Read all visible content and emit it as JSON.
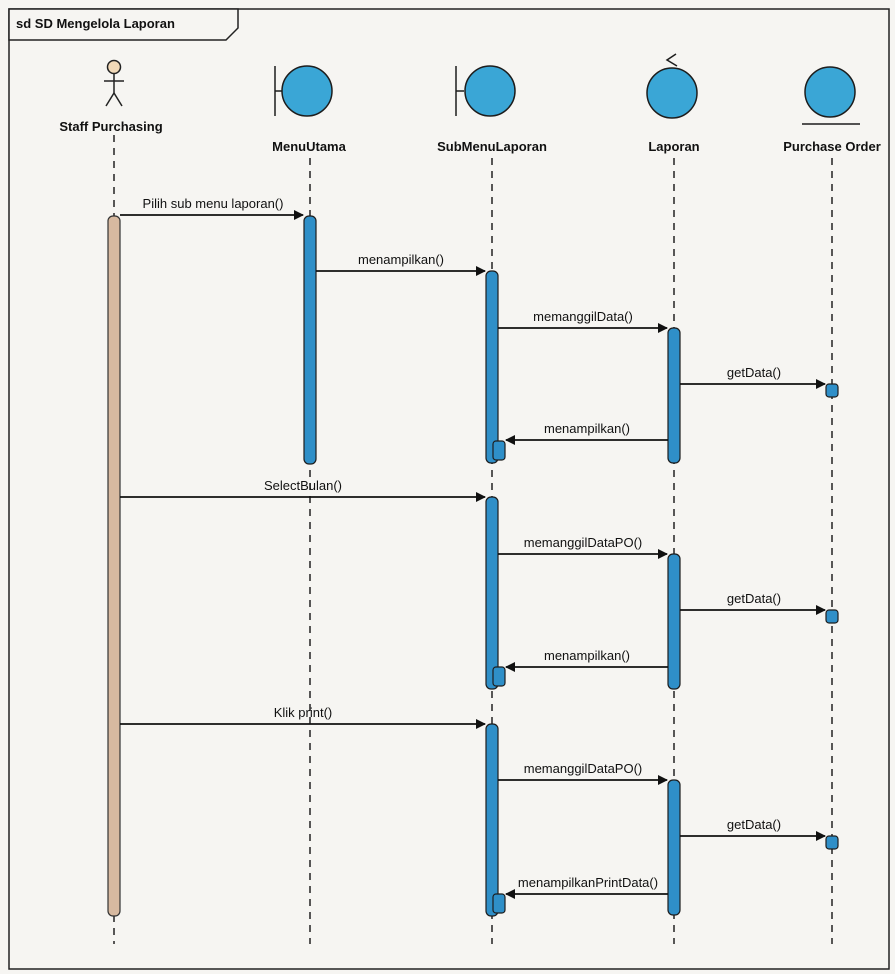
{
  "frame": {
    "title": "sd SD Mengelola Laporan"
  },
  "actor": {
    "name": "Staff Purchasing"
  },
  "lifelines": [
    {
      "id": "menu-utama",
      "name": "MenuUtama",
      "kind": "boundary"
    },
    {
      "id": "sub-menu-laporan",
      "name": "SubMenuLaporan",
      "kind": "boundary"
    },
    {
      "id": "laporan",
      "name": "Laporan",
      "kind": "control"
    },
    {
      "id": "purchase-order",
      "name": "Purchase Order",
      "kind": "entity"
    }
  ],
  "messages": [
    {
      "label": "Pilih sub menu laporan()",
      "from": "actor",
      "to": "menu-utama",
      "type": "call"
    },
    {
      "label": "menampilkan()",
      "from": "menu-utama",
      "to": "sub-menu-laporan",
      "type": "call"
    },
    {
      "label": "memanggilData()",
      "from": "sub-menu-laporan",
      "to": "laporan",
      "type": "call"
    },
    {
      "label": "getData()",
      "from": "laporan",
      "to": "purchase-order",
      "type": "call"
    },
    {
      "label": "menampilkan()",
      "from": "laporan",
      "to": "sub-menu-laporan",
      "type": "return"
    },
    {
      "label": "SelectBulan()",
      "from": "actor",
      "to": "sub-menu-laporan",
      "type": "call"
    },
    {
      "label": "memanggilDataPO()",
      "from": "sub-menu-laporan",
      "to": "laporan",
      "type": "call"
    },
    {
      "label": "getData()",
      "from": "laporan",
      "to": "purchase-order",
      "type": "call"
    },
    {
      "label": "menampilkan()",
      "from": "laporan",
      "to": "sub-menu-laporan",
      "type": "return"
    },
    {
      "label": "Klik print()",
      "from": "actor",
      "to": "sub-menu-laporan",
      "type": "call"
    },
    {
      "label": "memanggilDataPO()",
      "from": "sub-menu-laporan",
      "to": "laporan",
      "type": "call"
    },
    {
      "label": "getData()",
      "from": "laporan",
      "to": "purchase-order",
      "type": "call"
    },
    {
      "label": "menampilkanPrintData()",
      "from": "laporan",
      "to": "sub-menu-laporan",
      "type": "return"
    }
  ],
  "colors": {
    "object_fill": "#3aa6d6",
    "object_stroke": "#1d1d1d",
    "activation_fill": "#2f8fc8",
    "actor_activation_fill": "#d7b9a0",
    "actor_head_fill": "#f1d9b8",
    "frame_stroke": "#222222",
    "background": "#f6f5f2"
  }
}
